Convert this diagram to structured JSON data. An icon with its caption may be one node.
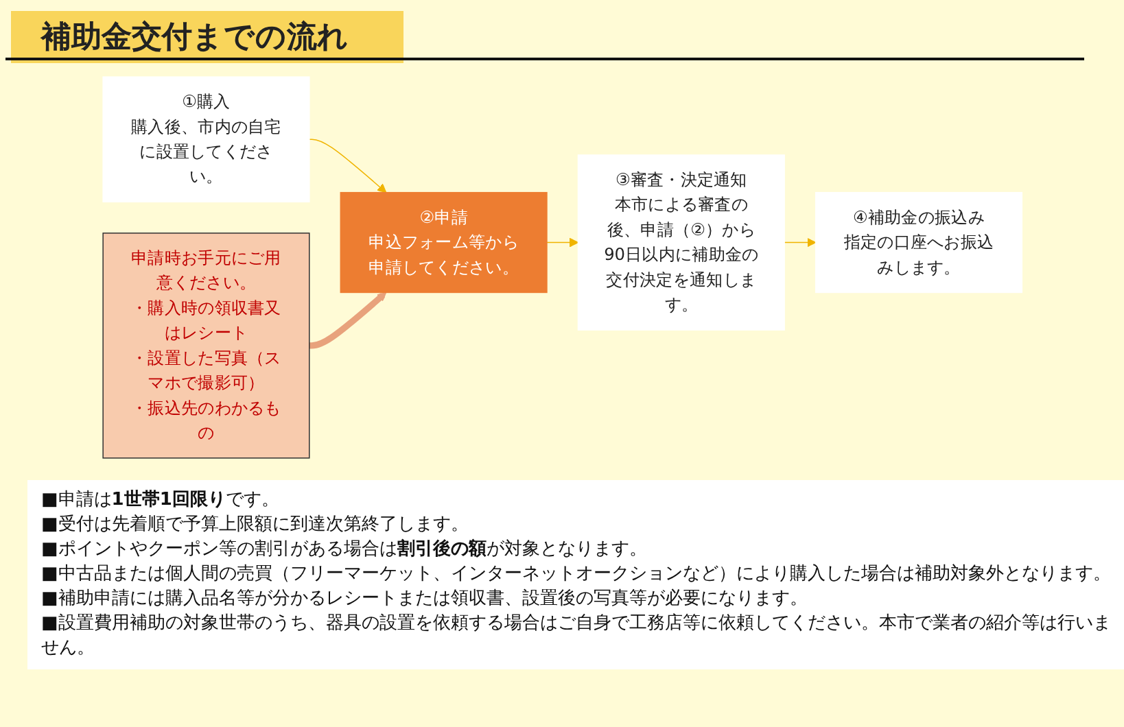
{
  "diagram": {
    "title": "補助金交付までの流れ",
    "nodes": [
      {
        "text": [
          "①購入",
          "購入後、市内の自宅に設置してください。"
        ]
      },
      {
        "text": [
          "②申請",
          "申込フォーム等から申請してください。"
        ]
      },
      {
        "text": [
          "③審査・決定通知",
          "本市による審査の後、申請（②）から90日以内に補助金の交付決定を通知します。"
        ]
      },
      {
        "text": [
          "④補助金の振込み",
          "指定の口座へお振込みします。"
        ]
      },
      {
        "text": [
          "申請時お手元にご用意ください。",
          "・購入時の領収書又はレシート",
          "・設置した写真（スマホで撮影可）",
          "・振込先のわかるもの"
        ]
      }
    ],
    "edges": [
      {
        "from": 0,
        "to": 1,
        "arrow": "to"
      },
      {
        "from": 1,
        "to": 2,
        "arrow": "to"
      },
      {
        "from": 2,
        "to": 3,
        "arrow": "to"
      },
      {
        "from": 4,
        "to": 1,
        "arrow": "to",
        "style": "thick",
        "color": "#e8a27c"
      }
    ],
    "labels": [
      "■申請は**1世帯1回限り**です。",
      "■受付は先着順で予算上限額に到達次第終了します。",
      "■ポイントやクーポン等の割引がある場合は**割引後の額**が対象となります。",
      "■中古品または個人間の売買（フリーマーケット、インターネットオークションなど）により購入した場合は補助対象外となります。",
      "■補助申請には購入品名等が分かるレシートまたは領収書、設置後の写真等が必要になります。",
      "■設置費用補助の対象世帯のうち、器具の設置を依頼する場合はご自身で工務店等に依頼してください。本市で業者の紹介等は行いません。"
    ]
  }
}
